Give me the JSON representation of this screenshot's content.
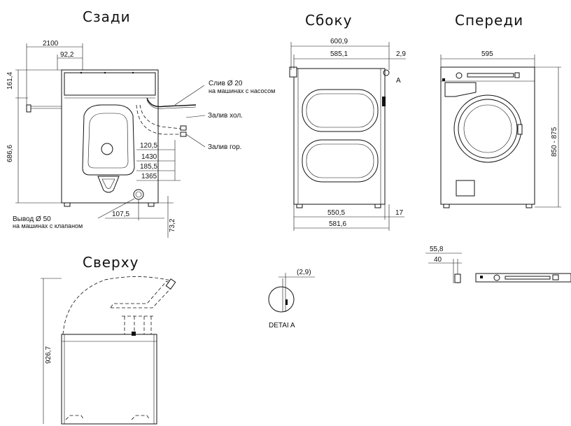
{
  "views": {
    "rear": "Сзади",
    "side": "Сбоку",
    "front": "Спереди",
    "top": "Сверху"
  },
  "rear": {
    "dims": {
      "d2100": "2100",
      "d92_2": "92,2",
      "d161_4": "161,4",
      "d686_6": "686,6",
      "d120_5": "120,5",
      "d1430": "1430",
      "d185_5": "185,5",
      "d1365": "1365",
      "d107_5": "107,5",
      "d73_2": "73,2"
    },
    "drain_label": "Слив Ø 20",
    "drain_sub": "на машинах с насосом",
    "cold_label": "Залив хол.",
    "hot_label": "Залив гор.",
    "outlet_label": "Вывод Ø 50",
    "outlet_sub": "на машинах с клапаном"
  },
  "side": {
    "dims": {
      "d600_9": "600,9",
      "d585_1": "585,1",
      "d2_9": "2,9",
      "d550_5": "550,5",
      "d17": "17",
      "d581_6": "581,6"
    },
    "marker": "A"
  },
  "front": {
    "dims": {
      "d595": "595",
      "d850_875": "850 - 875"
    }
  },
  "top": {
    "dims": {
      "d926_7": "926,7"
    }
  },
  "detail": {
    "dim": "(2,9)",
    "label": "DETAI   A"
  },
  "panel_detail": {
    "dims": {
      "d55_8": "55,8",
      "d40": "40"
    }
  }
}
